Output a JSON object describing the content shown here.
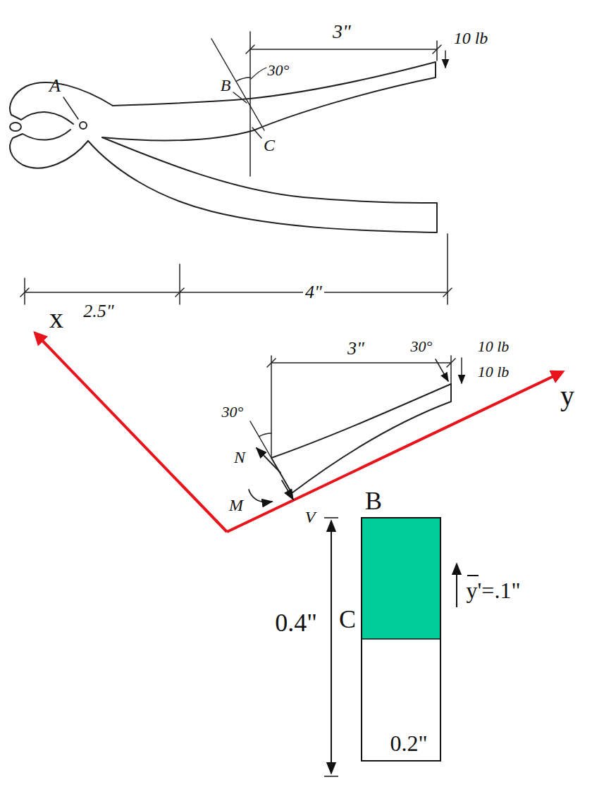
{
  "diagram": {
    "labels": [
      "A",
      "B",
      "C",
      "3\"",
      "30°",
      "10 lb",
      "2.5\"",
      "4\"",
      "x",
      "y",
      "3\"",
      "30°",
      "10 lb",
      "10 lb",
      "30°",
      "N",
      "M",
      "V",
      "B",
      "C",
      "0.4\"",
      "y'=.1\"",
      "0.2\""
    ]
  }
}
